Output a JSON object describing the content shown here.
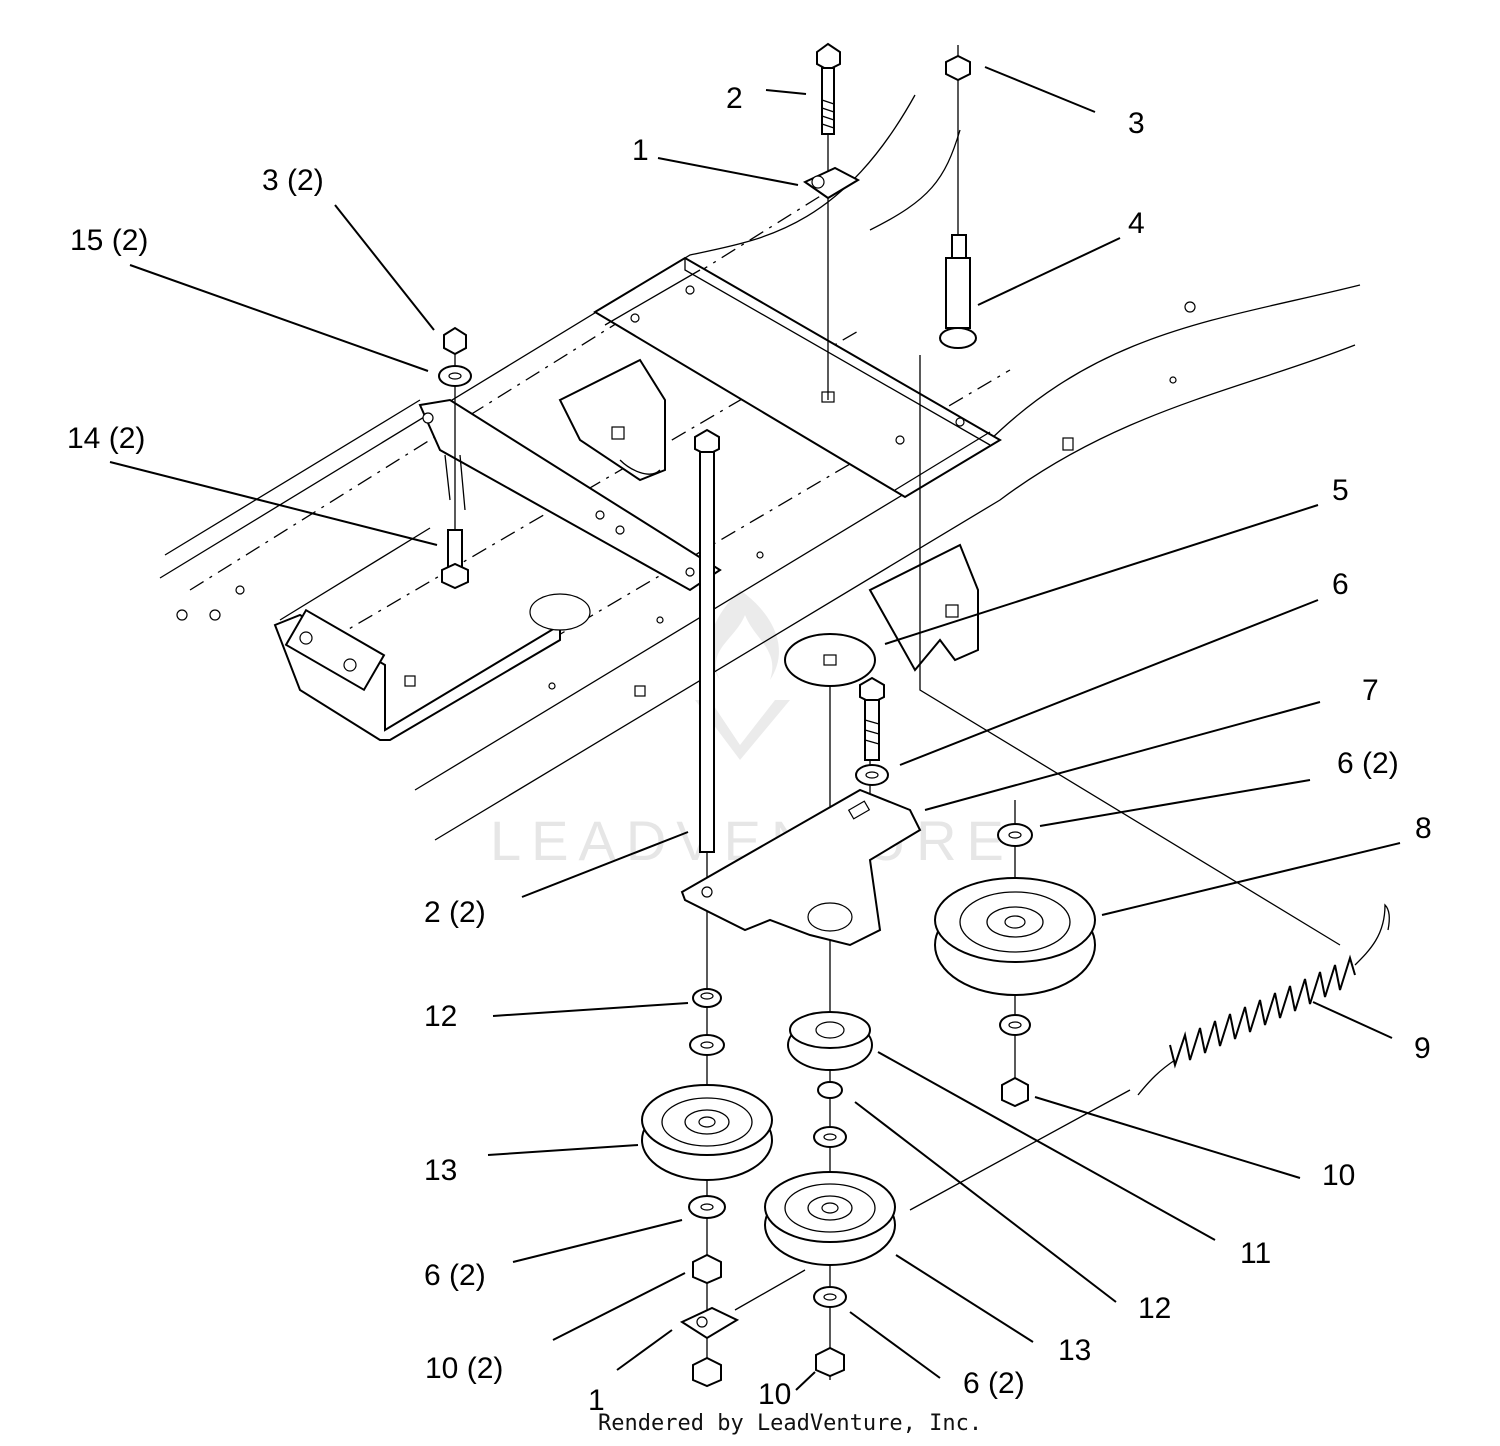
{
  "callouts": [
    {
      "text": "1"
    },
    {
      "text": "2"
    },
    {
      "text": "3"
    },
    {
      "text": "3 (2)"
    },
    {
      "text": "4"
    },
    {
      "text": "15 (2)"
    },
    {
      "text": "14 (2)"
    },
    {
      "text": "5"
    },
    {
      "text": "6"
    },
    {
      "text": "7"
    },
    {
      "text": "6 (2)"
    },
    {
      "text": "8"
    },
    {
      "text": "2 (2)"
    },
    {
      "text": "12"
    },
    {
      "text": "9"
    },
    {
      "text": "13"
    },
    {
      "text": "10"
    },
    {
      "text": "11"
    },
    {
      "text": "6 (2)"
    },
    {
      "text": "12"
    },
    {
      "text": "13"
    },
    {
      "text": "10 (2)"
    },
    {
      "text": "1"
    },
    {
      "text": "10"
    },
    {
      "text": "6 (2)"
    }
  ],
  "watermark": "LEADVENTURE",
  "footer": "Rendered by LeadVenture, Inc."
}
